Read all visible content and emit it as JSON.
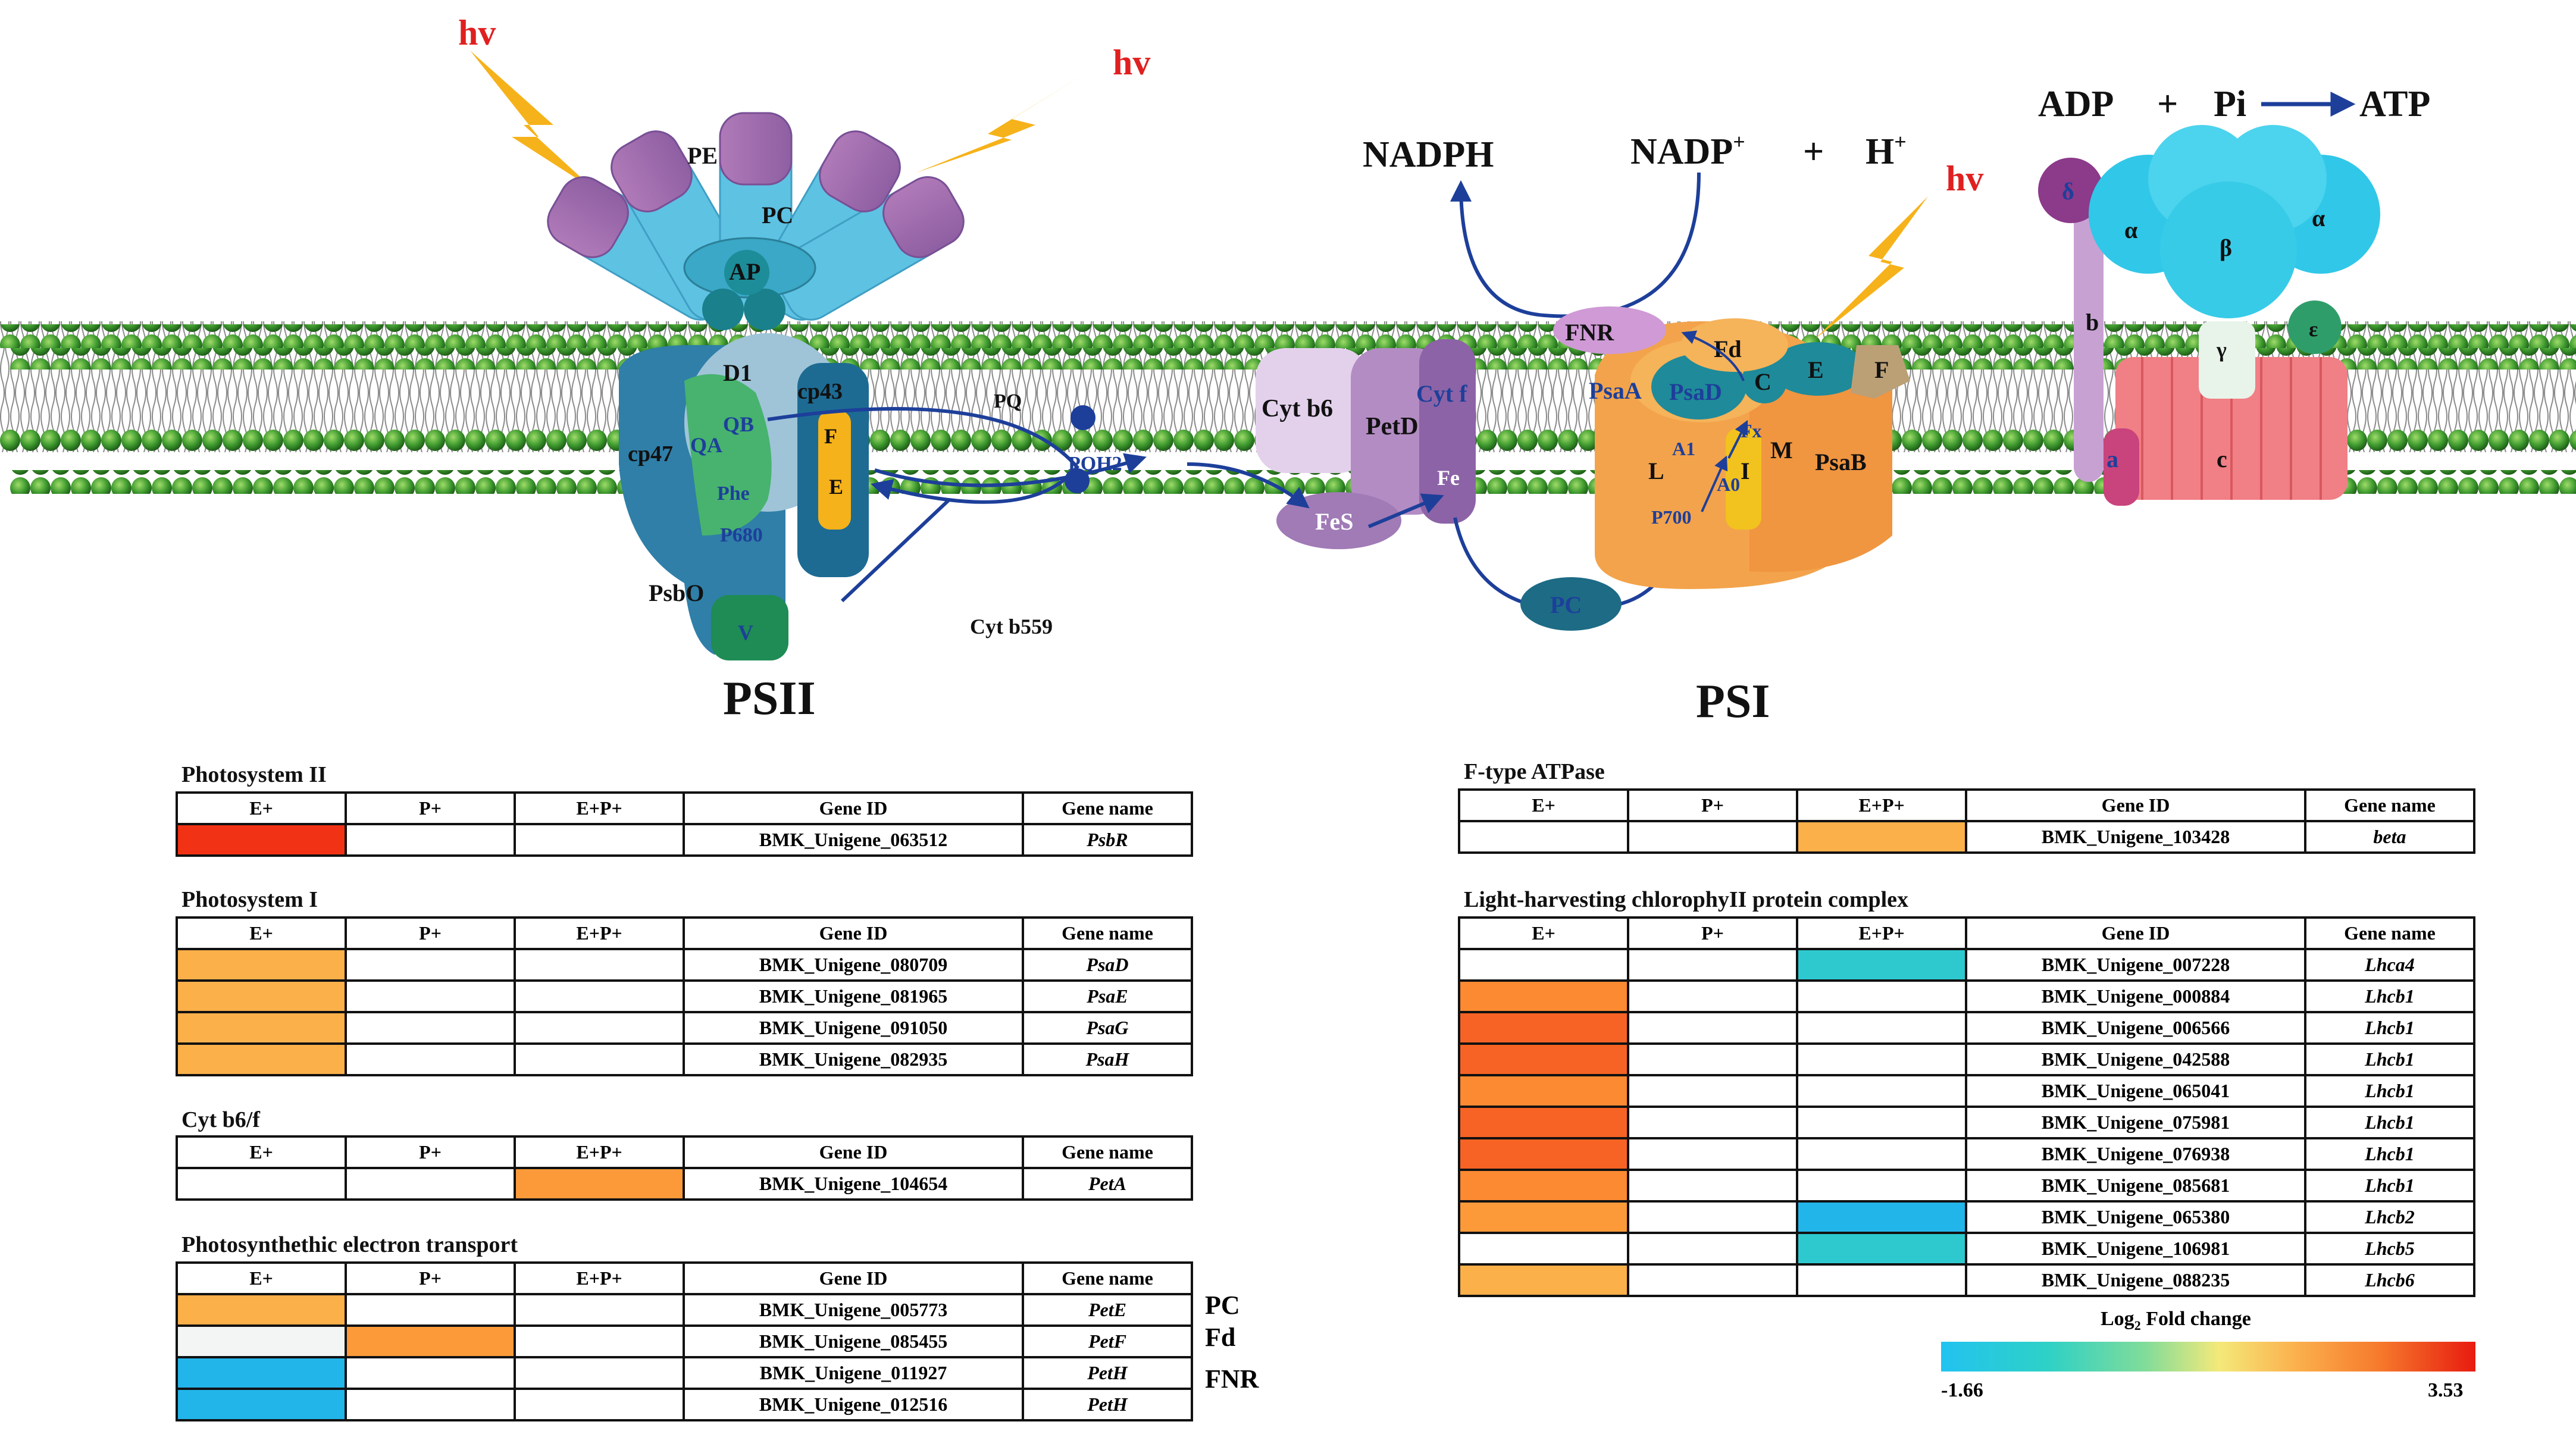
{
  "diagram": {
    "hv_label": "hv",
    "phycobilisome": {
      "pe": "PE",
      "pc": "PC",
      "ap": "AP"
    },
    "psii": {
      "title": "PSII",
      "d1": "D1",
      "cp43": "cp43",
      "cp47": "cp47",
      "qa": "QA",
      "qb": "QB",
      "phe": "Phe",
      "p680": "P680",
      "f": "F",
      "e": "E",
      "psbo": "PsbO",
      "v": "V",
      "pq": "PQ",
      "pqh2": "PQH2",
      "cyt_b559": "Cyt b559"
    },
    "cytb6f": {
      "cyt_b6": "Cyt b6",
      "petd": "PetD",
      "cyt_f": "Cyt f",
      "fes": "FeS",
      "fe": "Fe"
    },
    "pc_carrier": "PC",
    "nadph": "NADPH",
    "nadp": "NADP",
    "plus": "+",
    "h": "H",
    "superscript_plus": "+",
    "psi": {
      "title": "PSI",
      "fnr": "FNR",
      "fd": "Fd",
      "psaa": "PsaA",
      "psad": "PsaD",
      "c": "C",
      "e": "E",
      "f": "F",
      "a1": "A1",
      "fx": "Fx",
      "a0": "A0",
      "l": "L",
      "i": "I",
      "m": "M",
      "psab": "PsaB",
      "p700": "P700"
    },
    "atp": {
      "adp": "ADP",
      "plus": "+",
      "pi": "Pi",
      "atp": "ATP",
      "delta": "δ",
      "alpha": "α",
      "beta": "β",
      "gamma": "γ",
      "epsilon": "ε",
      "b": "b",
      "a": "a",
      "c": "c"
    }
  },
  "colors": {
    "blank": "#ffffff",
    "light": "#f3f5f5",
    "orange_light": "#fbb04a",
    "orange_mid": "#fc9a3a",
    "orange_strong": "#fb8a32",
    "orange_red": "#f76324",
    "red": "#f23214",
    "cyan": "#2dc9cf",
    "sky": "#22b5ea"
  },
  "column_headers": [
    "E+",
    "P+",
    "E+P+",
    "Gene ID",
    "Gene name"
  ],
  "tables": {
    "psii": {
      "title": "Photosystem II",
      "rows": [
        {
          "colors": [
            "red",
            "blank",
            "blank"
          ],
          "gene_id": "BMK_Unigene_063512",
          "gene_name": "PsbR"
        }
      ]
    },
    "psi": {
      "title": "Photosystem I",
      "rows": [
        {
          "colors": [
            "orange_light",
            "blank",
            "blank"
          ],
          "gene_id": "BMK_Unigene_080709",
          "gene_name": "PsaD"
        },
        {
          "colors": [
            "orange_light",
            "blank",
            "blank"
          ],
          "gene_id": "BMK_Unigene_081965",
          "gene_name": "PsaE"
        },
        {
          "colors": [
            "orange_light",
            "blank",
            "blank"
          ],
          "gene_id": "BMK_Unigene_091050",
          "gene_name": "PsaG"
        },
        {
          "colors": [
            "orange_light",
            "blank",
            "blank"
          ],
          "gene_id": "BMK_Unigene_082935",
          "gene_name": "PsaH"
        }
      ]
    },
    "cytb6f": {
      "title": "Cyt b6/f",
      "rows": [
        {
          "colors": [
            "blank",
            "blank",
            "orange_mid"
          ],
          "gene_id": "BMK_Unigene_104654",
          "gene_name": "PetA"
        }
      ]
    },
    "pet": {
      "title": "Photosynthethic electron transport",
      "rows": [
        {
          "colors": [
            "orange_light",
            "blank",
            "blank"
          ],
          "gene_id": "BMK_Unigene_005773",
          "gene_name": "PetE"
        },
        {
          "colors": [
            "light",
            "orange_mid",
            "blank"
          ],
          "gene_id": "BMK_Unigene_085455",
          "gene_name": "PetF"
        },
        {
          "colors": [
            "sky",
            "blank",
            "blank"
          ],
          "gene_id": "BMK_Unigene_011927",
          "gene_name": "PetH"
        },
        {
          "colors": [
            "sky",
            "blank",
            "blank"
          ],
          "gene_id": "BMK_Unigene_012516",
          "gene_name": "PetH"
        }
      ],
      "side_labels": {
        "pc": "PC",
        "fd": "Fd",
        "fnr": "FNR"
      }
    },
    "atpase": {
      "title": "F-type ATPase",
      "rows": [
        {
          "colors": [
            "blank",
            "blank",
            "orange_light"
          ],
          "gene_id": "BMK_Unigene_103428",
          "gene_name": "beta"
        }
      ]
    },
    "lhc": {
      "title": "Light-harvesting chlorophyII protein complex",
      "rows": [
        {
          "colors": [
            "blank",
            "blank",
            "cyan"
          ],
          "gene_id": "BMK_Unigene_007228",
          "gene_name": "Lhca4"
        },
        {
          "colors": [
            "orange_strong",
            "blank",
            "blank"
          ],
          "gene_id": "BMK_Unigene_000884",
          "gene_name": "Lhcb1"
        },
        {
          "colors": [
            "orange_red",
            "blank",
            "blank"
          ],
          "gene_id": "BMK_Unigene_006566",
          "gene_name": "Lhcb1"
        },
        {
          "colors": [
            "orange_red",
            "blank",
            "blank"
          ],
          "gene_id": "BMK_Unigene_042588",
          "gene_name": "Lhcb1"
        },
        {
          "colors": [
            "orange_strong",
            "blank",
            "blank"
          ],
          "gene_id": "BMK_Unigene_065041",
          "gene_name": "Lhcb1"
        },
        {
          "colors": [
            "orange_red",
            "blank",
            "blank"
          ],
          "gene_id": "BMK_Unigene_075981",
          "gene_name": "Lhcb1"
        },
        {
          "colors": [
            "orange_red",
            "blank",
            "blank"
          ],
          "gene_id": "BMK_Unigene_076938",
          "gene_name": "Lhcb1"
        },
        {
          "colors": [
            "orange_strong",
            "blank",
            "blank"
          ],
          "gene_id": "BMK_Unigene_085681",
          "gene_name": "Lhcb1"
        },
        {
          "colors": [
            "orange_mid",
            "blank",
            "sky"
          ],
          "gene_id": "BMK_Unigene_065380",
          "gene_name": "Lhcb2"
        },
        {
          "colors": [
            "blank",
            "blank",
            "cyan"
          ],
          "gene_id": "BMK_Unigene_106981",
          "gene_name": "Lhcb5"
        },
        {
          "colors": [
            "orange_light",
            "blank",
            "blank"
          ],
          "gene_id": "BMK_Unigene_088235",
          "gene_name": "Lhcb6"
        }
      ]
    }
  },
  "legend": {
    "title_prefix": "Log",
    "title_sub": "2",
    "title_suffix": " Fold change",
    "min": "-1.66",
    "max": "3.53"
  }
}
